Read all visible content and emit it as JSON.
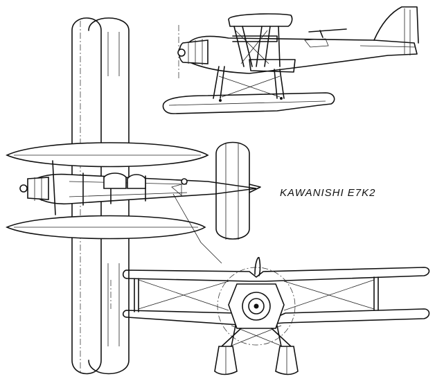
{
  "drawing": {
    "title": "KAWANISHI E7K2",
    "views": [
      "side-view",
      "top-view",
      "front-view"
    ]
  },
  "colors": {
    "ink": "#111111",
    "paper": "#ffffff"
  }
}
